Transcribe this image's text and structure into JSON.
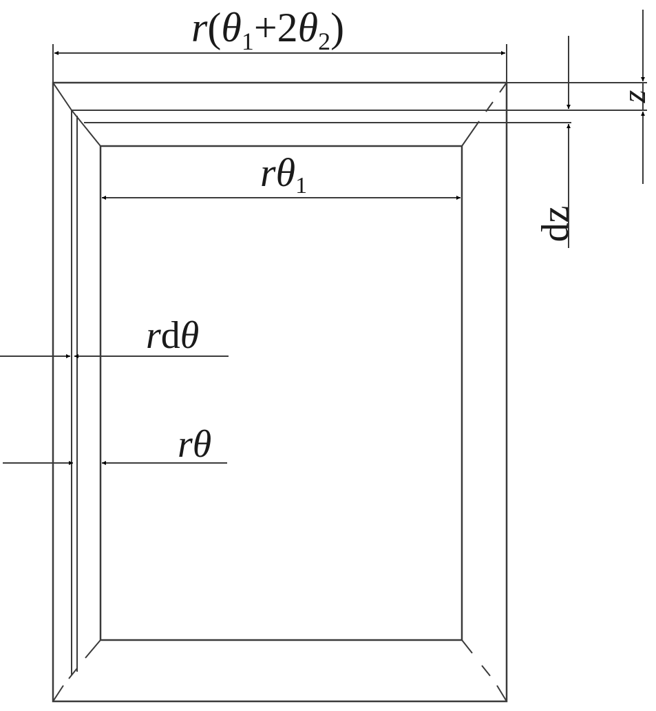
{
  "labels": {
    "top_r": "r",
    "top_open": "(",
    "top_theta1": "θ",
    "top_sub1": "1",
    "top_plus2": "+2",
    "top_theta2": "θ",
    "top_sub2": "2",
    "top_close": ")",
    "mid_r": "r",
    "mid_theta": "θ",
    "mid_sub": "1",
    "z_label": "z",
    "dz_label": "dz",
    "rdtheta_r": "r",
    "rdtheta_d": "d",
    "rdtheta_theta": "θ",
    "rtheta_r": "r",
    "rtheta_theta": "θ"
  }
}
